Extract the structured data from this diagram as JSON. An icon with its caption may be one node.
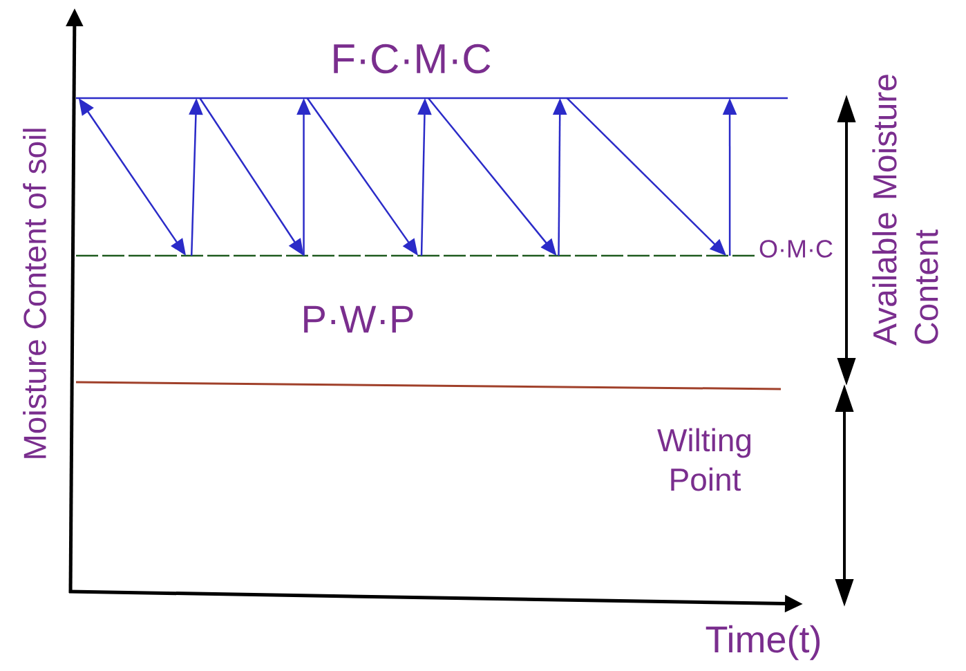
{
  "diagram": {
    "nodes": [
      {
        "text": [],
        "shape": "bar"
      },
      {
        "text": [],
        "shape": "bar"
      }
    ],
    "edges": [
      {
        "from": 0,
        "to": 1,
        "arrow": "both"
      },
      {
        "from": 1,
        "to": 0,
        "arrow": "to"
      },
      {
        "from": 0,
        "to": 1,
        "arrow": "to"
      },
      {
        "from": 1,
        "to": 0,
        "arrow": "to"
      },
      {
        "from": 0,
        "to": 1,
        "arrow": "to"
      },
      {
        "from": 1,
        "to": 0,
        "arrow": "to"
      },
      {
        "from": 0,
        "to": 1,
        "arrow": "to"
      },
      {
        "from": 1,
        "to": 0,
        "arrow": "to"
      },
      {
        "from": 0,
        "to": 1,
        "arrow": "to"
      },
      {
        "from": 1,
        "to": 0,
        "arrow": "to"
      }
    ],
    "labels": [
      "F·C·M·C",
      "O·M·C",
      "P·W·P",
      "Wilting Point",
      "Moisture Content of soil",
      "Time(t)",
      "Available Moisture Content"
    ]
  }
}
